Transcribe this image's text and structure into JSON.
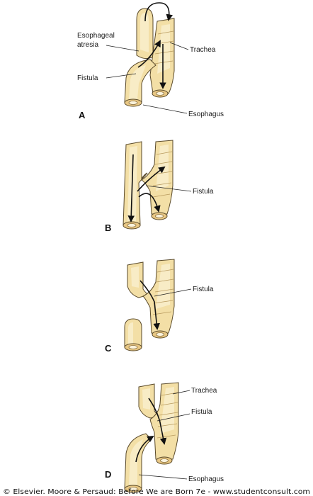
{
  "panels": {
    "a": {
      "letter": "A",
      "labels": {
        "esophageal_atresia_line1": "Esophageal",
        "esophageal_atresia_line2": "atresia",
        "trachea": "Trachea",
        "fistula": "Fistula",
        "esophagus": "Esophagus"
      }
    },
    "b": {
      "letter": "B",
      "labels": {
        "fistula": "Fistula"
      }
    },
    "c": {
      "letter": "C",
      "labels": {
        "fistula": "Fistula"
      }
    },
    "d": {
      "letter": "D",
      "labels": {
        "trachea": "Trachea",
        "fistula": "Fistula",
        "esophagus": "Esophagus"
      }
    }
  },
  "credit": "© Elsevier. Moore & Persaud: Before We are Born 7e - www.studentconsult.com",
  "colors": {
    "tissue": "#f3dfa6",
    "outline": "#5a4a2a",
    "background": "#ffffff"
  }
}
